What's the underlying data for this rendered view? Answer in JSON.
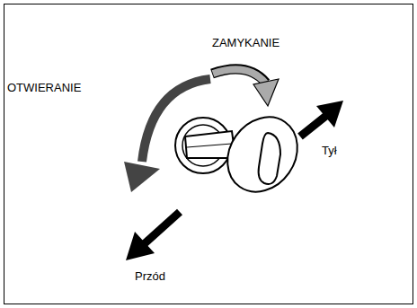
{
  "diagram": {
    "labels": [
      "ZAMYKANIE",
      "OTWIERANIE",
      "Tył",
      "Przód"
    ]
  }
}
